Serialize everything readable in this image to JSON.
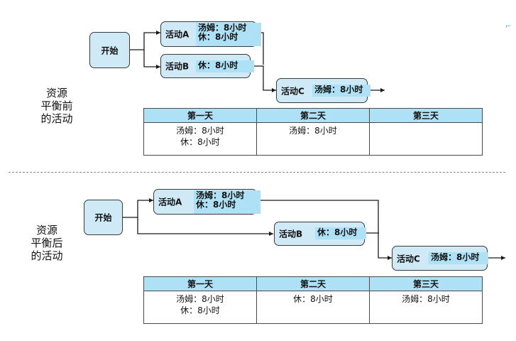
{
  "before": {
    "side_label": [
      "资源",
      "平衡前",
      "的活动"
    ],
    "start": "开始",
    "activities": {
      "a": {
        "label": "活动A",
        "resource_lines": [
          "汤姆：8小时",
          "休：8小时"
        ]
      },
      "b": {
        "label": "活动B",
        "resource_lines": [
          "休：8小时"
        ]
      },
      "c": {
        "label": "活动C",
        "resource_lines": [
          "汤姆：8小时"
        ]
      }
    },
    "table": {
      "headers": [
        "第一天",
        "第二天",
        "第三天"
      ],
      "cells": [
        [
          "汤姆：8小时",
          "休：8小时"
        ],
        [
          "汤姆：8小时"
        ],
        []
      ]
    }
  },
  "after": {
    "side_label": [
      "资源",
      "平衡后",
      "的活动"
    ],
    "start": "开始",
    "activities": {
      "a": {
        "label": "活动A",
        "resource_lines": [
          "汤姆：8小时",
          "休：8小时"
        ]
      },
      "b": {
        "label": "活动B",
        "resource_lines": [
          "休：8小时"
        ]
      },
      "c": {
        "label": "活动C",
        "resource_lines": [
          "汤姆：8小时"
        ]
      }
    },
    "table": {
      "headers": [
        "第一天",
        "第二天",
        "第三天"
      ],
      "cells": [
        [
          "汤姆：8小时",
          "休：8小时"
        ],
        [
          "休：8小时"
        ],
        [
          "汤姆：8小时"
        ]
      ]
    }
  },
  "colors": {
    "node_fill": "#cfe9f7",
    "resource_fill": "#aee1f5",
    "header_fill": "#aee1f5",
    "line": "#1a1a1a"
  }
}
